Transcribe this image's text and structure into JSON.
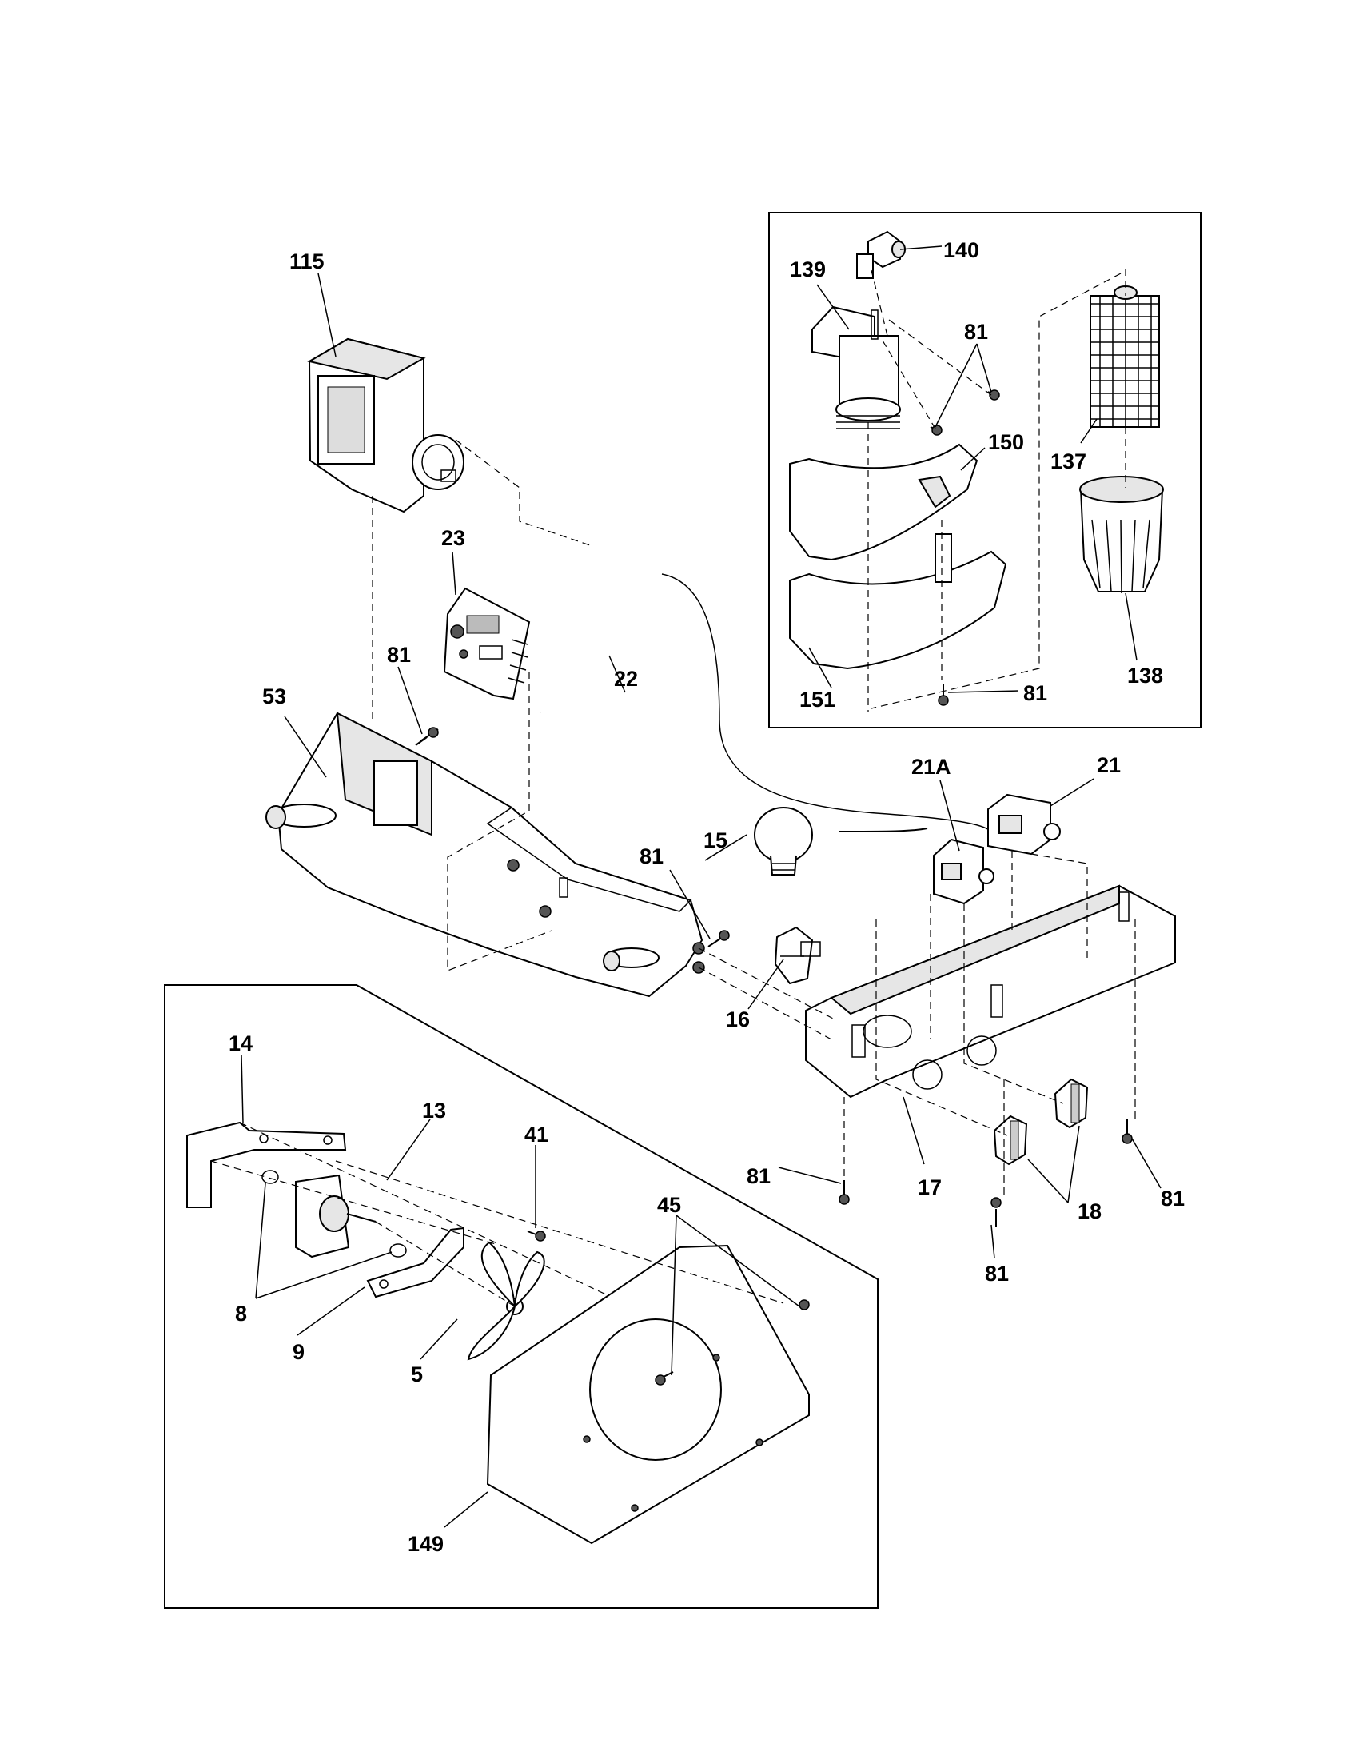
{
  "labels": {
    "p115": "115",
    "p23": "23",
    "p81_a": "81",
    "p53": "53",
    "p22": "22",
    "p81_b": "81",
    "p15": "15",
    "p16": "16",
    "p21A": "21A",
    "p21": "21",
    "p17": "17",
    "p18": "18",
    "p81_c": "81",
    "p81_d": "81",
    "p81_e": "81",
    "p139": "139",
    "p140": "140",
    "p81_f": "81",
    "p150": "150",
    "p137": "137",
    "p151": "151",
    "p81_g": "81",
    "p138": "138",
    "p14": "14",
    "p13": "13",
    "p41": "41",
    "p45": "45",
    "p8": "8",
    "p9": "9",
    "p5": "5",
    "p149": "149"
  }
}
